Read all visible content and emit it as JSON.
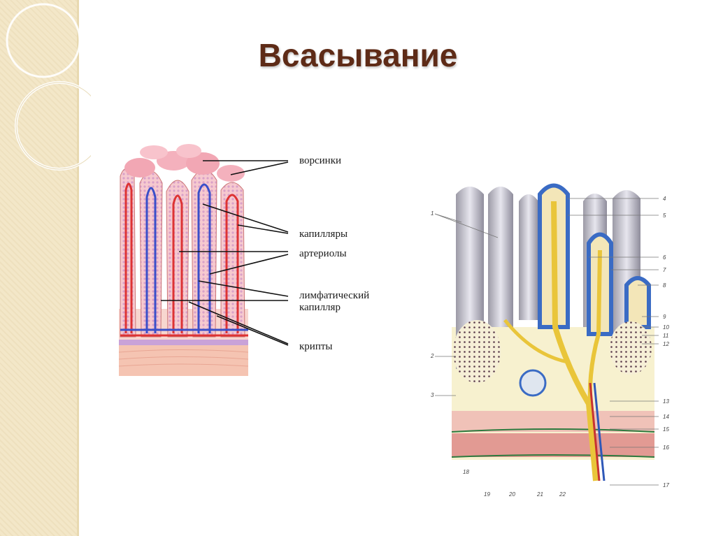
{
  "slide": {
    "title": "Всасывание"
  },
  "left_diagram": {
    "labels": [
      "ворсинки",
      "капилляры",
      "артериолы",
      "лимфатический",
      "капилляр",
      "крипты"
    ]
  },
  "right_diagram": {
    "numbers": [
      "1",
      "2",
      "3",
      "4",
      "5",
      "6",
      "7",
      "8",
      "9",
      "10",
      "11",
      "12",
      "13",
      "14",
      "15",
      "16",
      "17",
      "18",
      "19",
      "20",
      "21",
      "22"
    ]
  }
}
